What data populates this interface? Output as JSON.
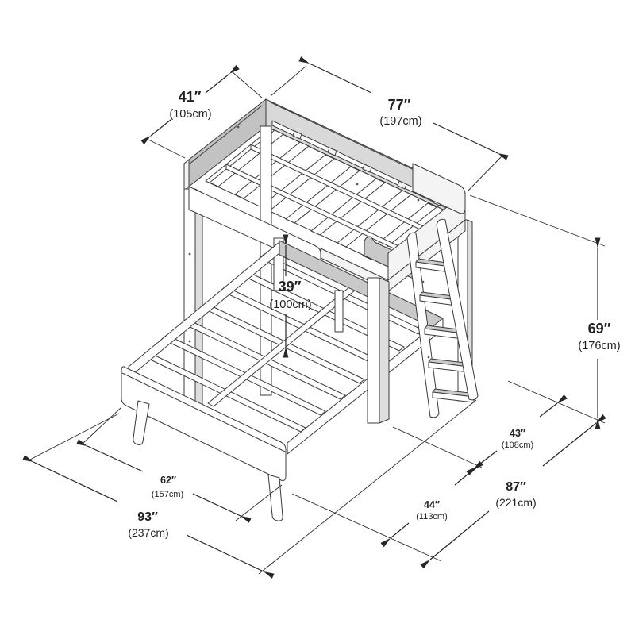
{
  "diagram": {
    "background_color": "#ffffff",
    "line_color": "#3a3a3a",
    "dimension_line_color": "#272425",
    "text_color": "#231f20",
    "shade_light": "#d9d9d9",
    "shade_dark": "#c2c2c2"
  },
  "dimensions": {
    "upper_bed_depth": {
      "inches": "41″",
      "cm": "(105cm)"
    },
    "upper_bed_length": {
      "inches": "77″",
      "cm": "(197cm)"
    },
    "under_loft_clearance": {
      "inches": "39″",
      "cm": "(100cm)"
    },
    "overall_height": {
      "inches": "69″",
      "cm": "(176cm)"
    },
    "rear_depth": {
      "inches": "43″",
      "cm": "(108cm)"
    },
    "front_depth": {
      "inches": "44″",
      "cm": "(113cm)"
    },
    "overall_depth": {
      "inches": "87″",
      "cm": "(221cm)"
    },
    "lower_bed_width": {
      "inches": "62″",
      "cm": "(157cm)"
    },
    "overall_width": {
      "inches": "93″",
      "cm": "(237cm)"
    }
  }
}
